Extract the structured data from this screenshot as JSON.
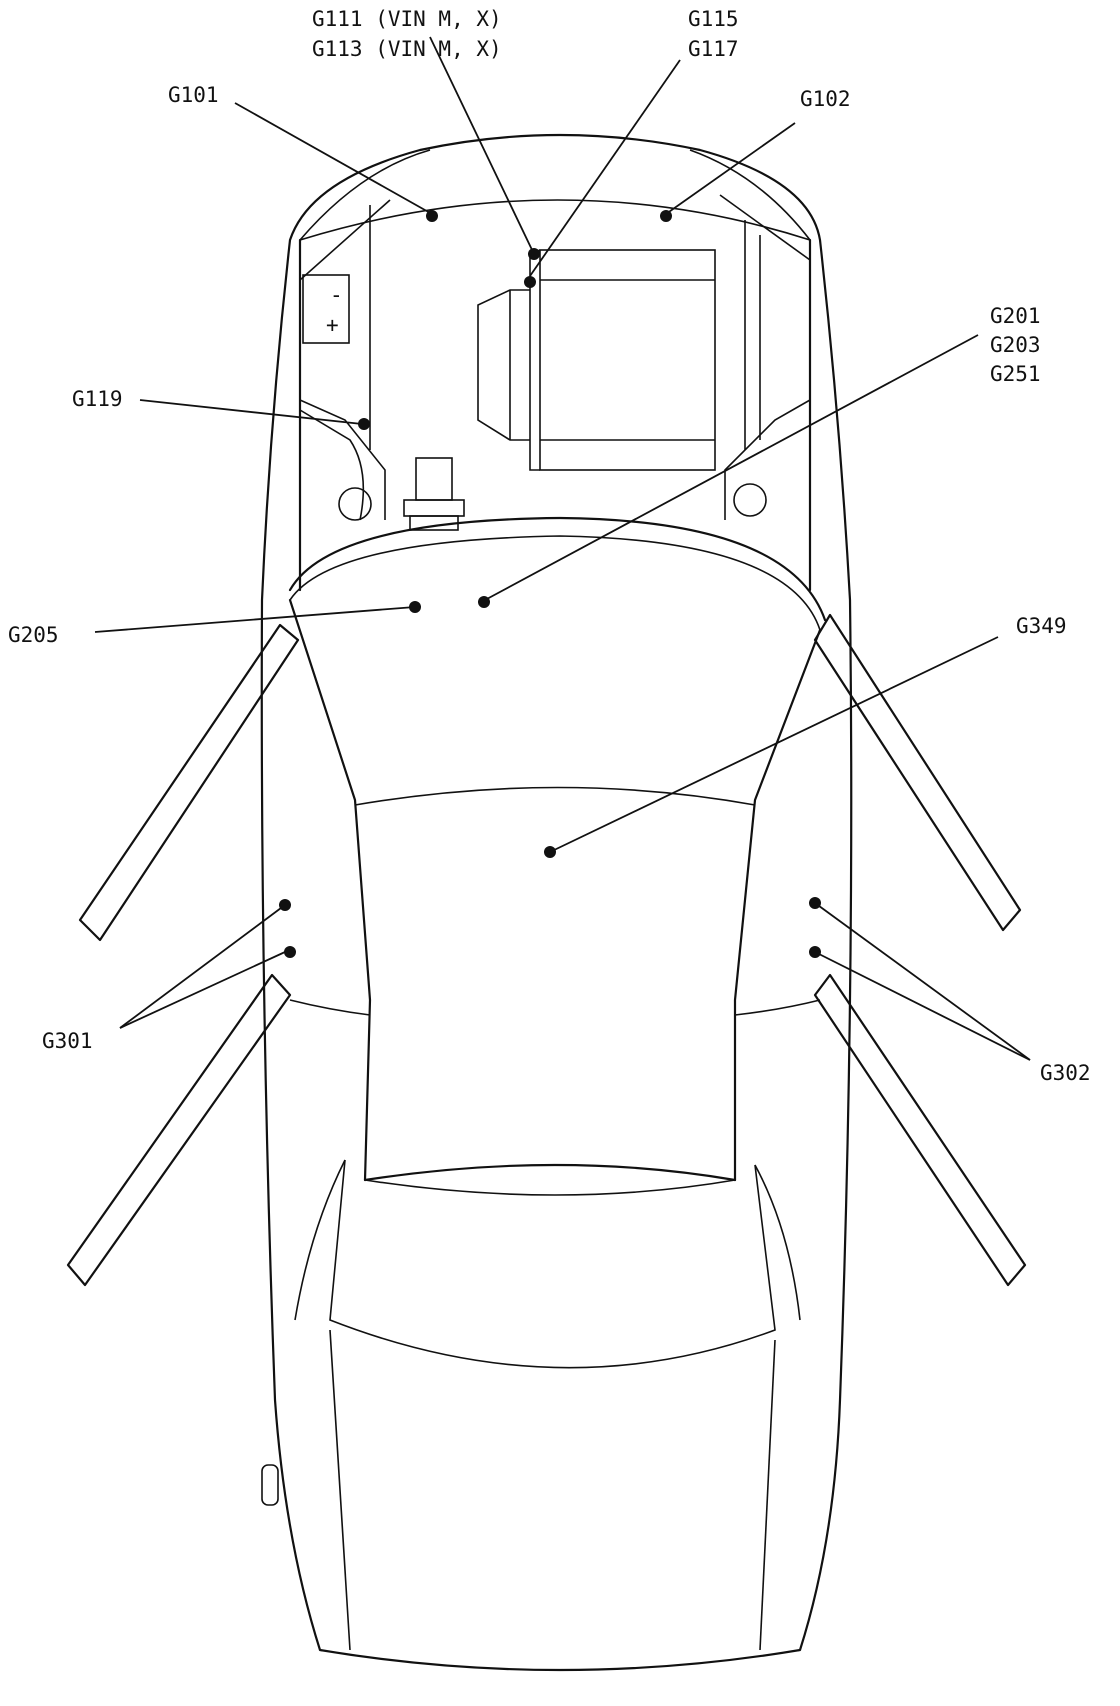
{
  "diagram": {
    "labels": {
      "g111": "G111 (VIN M, X)",
      "g113": "G113 (VIN M, X)",
      "g115": "G115",
      "g117": "G117",
      "g101": "G101",
      "g102": "G102",
      "g201": "G201",
      "g203": "G203",
      "g251": "G251",
      "g119": "G119",
      "g205": "G205",
      "g349": "G349",
      "g301": "G301",
      "g302": "G302",
      "battery_minus": "-",
      "battery_plus": "+"
    }
  }
}
